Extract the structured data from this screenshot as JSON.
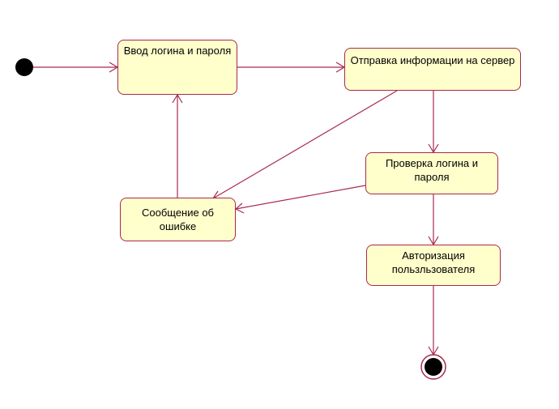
{
  "diagram": {
    "type": "uml-activity",
    "colors": {
      "state_fill": "#ffffcc",
      "stroke": "#a8294c",
      "text": "#000000",
      "node_fill": "#000000"
    },
    "states": {
      "login_input": "Ввод логина и пароля",
      "send_info": "Отправка информации на сервер",
      "check_login": "Проверка логина и пароля",
      "error_message": "Сообщение об ошибке",
      "authorization": "Авторизация пользльзователя"
    },
    "transitions": [
      {
        "from": "initial",
        "to": "login_input"
      },
      {
        "from": "login_input",
        "to": "send_info"
      },
      {
        "from": "send_info",
        "to": "check_login"
      },
      {
        "from": "send_info",
        "to": "error_message"
      },
      {
        "from": "check_login",
        "to": "error_message"
      },
      {
        "from": "check_login",
        "to": "authorization"
      },
      {
        "from": "error_message",
        "to": "login_input"
      },
      {
        "from": "authorization",
        "to": "final"
      }
    ]
  }
}
